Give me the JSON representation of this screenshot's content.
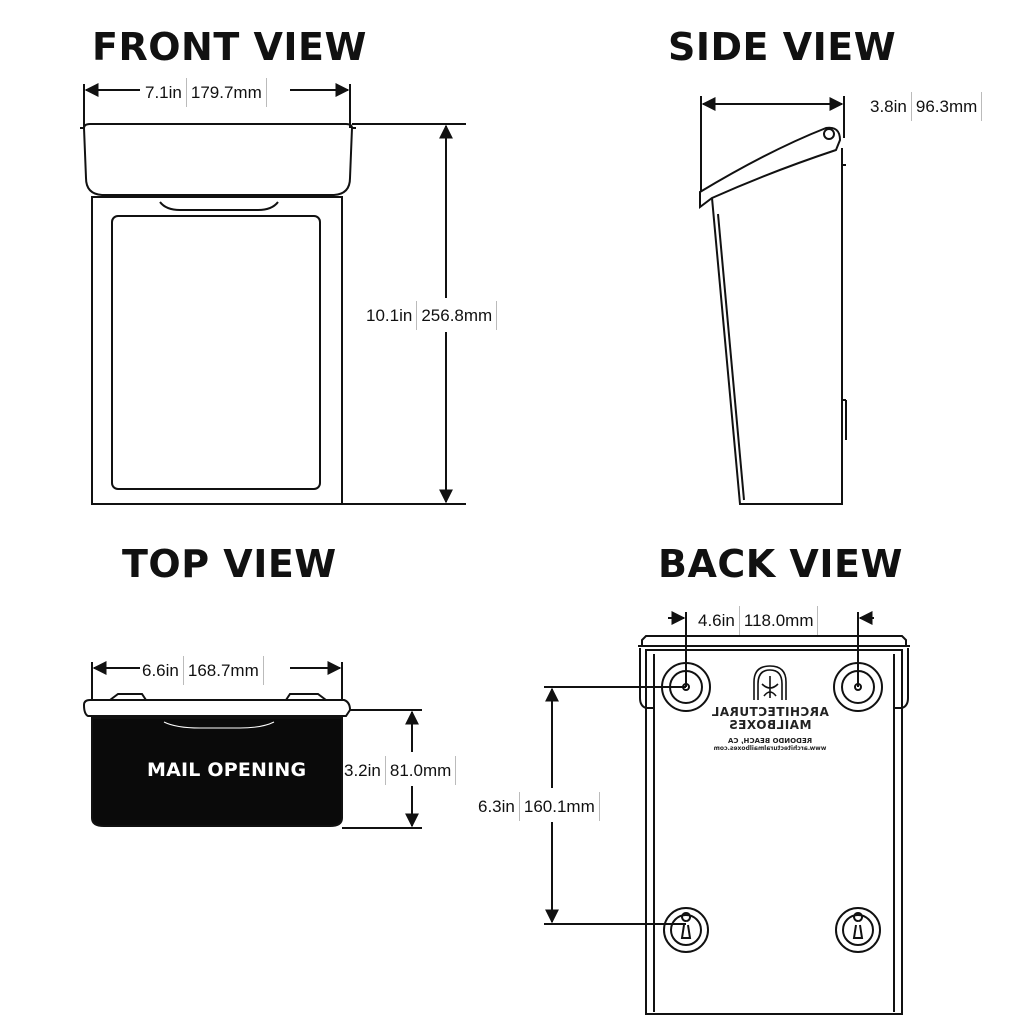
{
  "views": {
    "front": {
      "title": "FRONT VIEW",
      "width_in": "7.1in",
      "width_mm": "179.7mm",
      "height_in": "10.1in",
      "height_mm": "256.8mm"
    },
    "side": {
      "title": "SIDE VIEW",
      "depth_in": "3.8in",
      "depth_mm": "96.3mm"
    },
    "top": {
      "title": "TOP VIEW",
      "width_in": "6.6in",
      "width_mm": "168.7mm",
      "depth_in": "3.2in",
      "depth_mm": "81.0mm",
      "opening_label": "MAIL OPENING"
    },
    "back": {
      "title": "BACK VIEW",
      "hole_spacing_in": "4.6in",
      "hole_spacing_mm": "118.0mm",
      "hole_vertical_in": "6.3in",
      "hole_vertical_mm": "160.1mm",
      "logo_line1": "ARCHITECTURAL",
      "logo_line2": "MAILBOXES",
      "logo_line3": "REDONDO BEACH, CA",
      "logo_line4": "www.architecturalmailboxes.com"
    }
  },
  "colors": {
    "line": "#111111",
    "fill_dark": "#0a0a0a",
    "bracket": "#bbbbbb"
  }
}
